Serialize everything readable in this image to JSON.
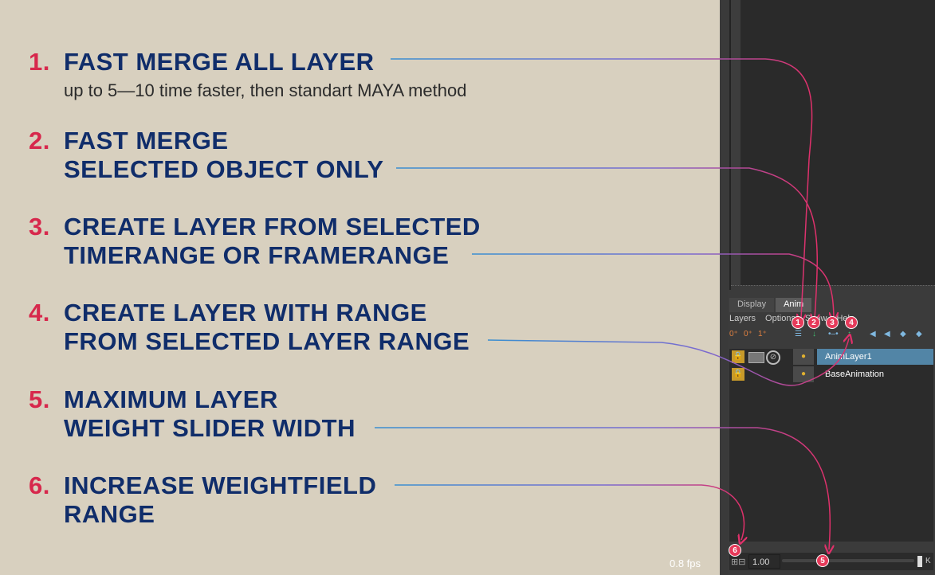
{
  "items": [
    {
      "num": "1.",
      "lines": [
        "FAST MERGE ALL LAYER"
      ],
      "sub": "up to 5—10 time faster, then standart MAYA method"
    },
    {
      "num": "2.",
      "lines": [
        "FAST MERGE",
        "SELECTED OBJECT ONLY"
      ]
    },
    {
      "num": "3.",
      "lines": [
        "CREATE LAYER FROM SELECTED",
        "TIMERANGE OR FRAMERANGE"
      ]
    },
    {
      "num": "4.",
      "lines": [
        "CREATE LAYER WITH RANGE",
        "FROM SELECTED LAYER RANGE"
      ]
    },
    {
      "num": "5.",
      "lines": [
        "MAXIMUM LAYER",
        "WEIGHT SLIDER WIDTH"
      ]
    },
    {
      "num": "6.",
      "lines": [
        "INCREASE WEIGHTFIELD",
        "RANGE"
      ]
    }
  ],
  "fps": "0.8 fps",
  "maya": {
    "tabs": [
      "Display",
      "Anim"
    ],
    "menu": [
      "Layers",
      "Options",
      "Show",
      "Help"
    ],
    "layers": [
      {
        "name": "AnimLayer1",
        "selected": true
      },
      {
        "name": "BaseAnimation",
        "selected": false
      }
    ],
    "weight_value": "1.00",
    "weight_key": "K"
  },
  "badges": [
    "1",
    "2",
    "3",
    "4",
    "5",
    "6"
  ],
  "colors": {
    "number": "#d7284c",
    "title": "#102d6a",
    "background": "#d8d0bf",
    "arrow": "#e0306a",
    "line": "#3a8fd0"
  }
}
